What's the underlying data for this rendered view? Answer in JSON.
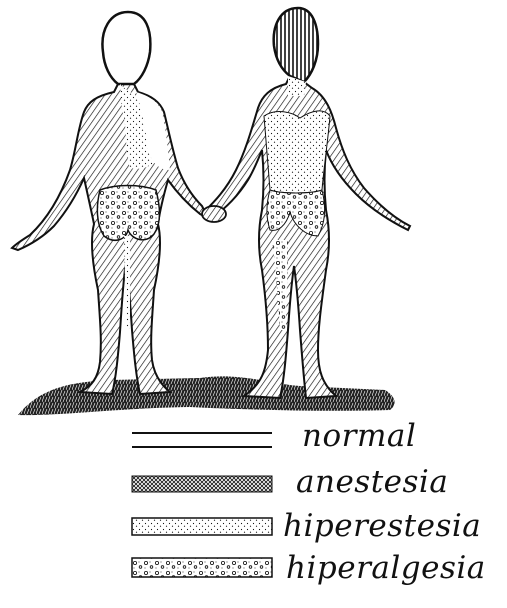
{
  "figure": {
    "ink_color": "#111111",
    "paper_color": "#ffffff",
    "figures": [
      "back-view-figure",
      "front-view-figure"
    ]
  },
  "legend": [
    {
      "key": "normal",
      "label": "normal",
      "pattern": "plain-lines"
    },
    {
      "key": "anestesia",
      "label": "anestesia",
      "pattern": "dense-crosshatch"
    },
    {
      "key": "hiperestesia",
      "label": "hiperestesia",
      "pattern": "fine-dots"
    },
    {
      "key": "hiperalgesia",
      "label": "hiperalgesia",
      "pattern": "small-circles"
    }
  ]
}
